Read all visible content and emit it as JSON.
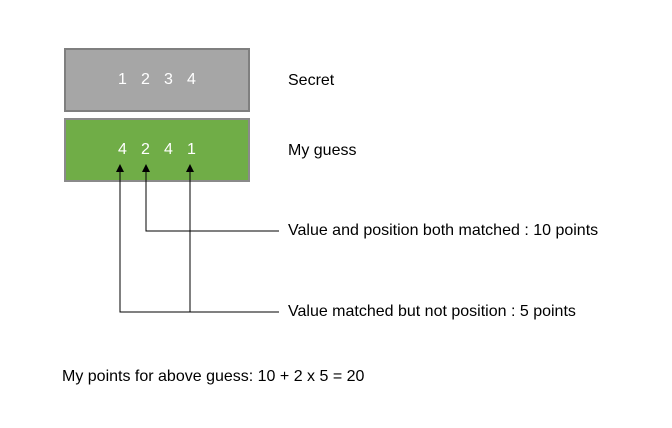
{
  "secret": {
    "digits": [
      "1",
      "2",
      "3",
      "4"
    ],
    "label": "Secret",
    "fill": "#a6a6a6"
  },
  "guess": {
    "digits": [
      "4",
      "2",
      "4",
      "1"
    ],
    "label": "My guess",
    "fill": "#70ad47"
  },
  "annotations": {
    "both_matched": "Value and position both matched : 10 points",
    "value_matched": "Value matched but not position : 5 points"
  },
  "summary": "My points for above guess: 10 + 2 x 5  = 20"
}
